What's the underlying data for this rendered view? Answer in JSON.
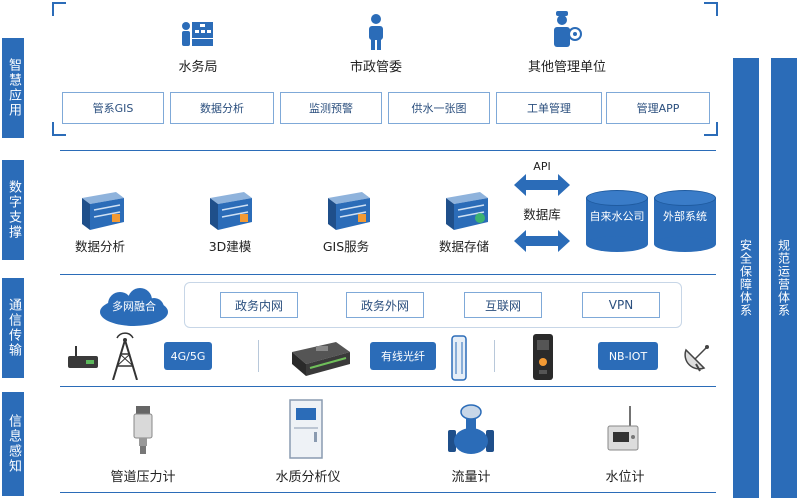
{
  "layers": {
    "application": "智慧应用",
    "digital": "数字支撑",
    "communication": "通信传输",
    "sensing": "信息感知"
  },
  "side_systems": [
    "安全保障体系",
    "规范运营体系"
  ],
  "stakeholders": [
    "水务局",
    "市政管委",
    "其他管理单位"
  ],
  "apps": [
    "管系GIS",
    "数据分析",
    "监测预警",
    "供水一张图",
    "工单管理",
    "管理APP"
  ],
  "digital": {
    "services": [
      "数据分析",
      "3D建模",
      "GIS服务",
      "数据存储"
    ],
    "api_label": "API",
    "db_label": "数据库",
    "databases": [
      "自来水公司",
      "外部系统"
    ]
  },
  "communication": {
    "cloud_label": "多网融合",
    "networks": [
      "政务内网",
      "政务外网",
      "互联网",
      "VPN"
    ],
    "channels": [
      "4G/5G",
      "有线光纤",
      "NB-IOT"
    ]
  },
  "sensors": [
    "管道压力计",
    "水质分析仪",
    "流量计",
    "水位计"
  ],
  "colors": {
    "primary": "#2b6cb8",
    "box_border": "#7fa9d8"
  }
}
